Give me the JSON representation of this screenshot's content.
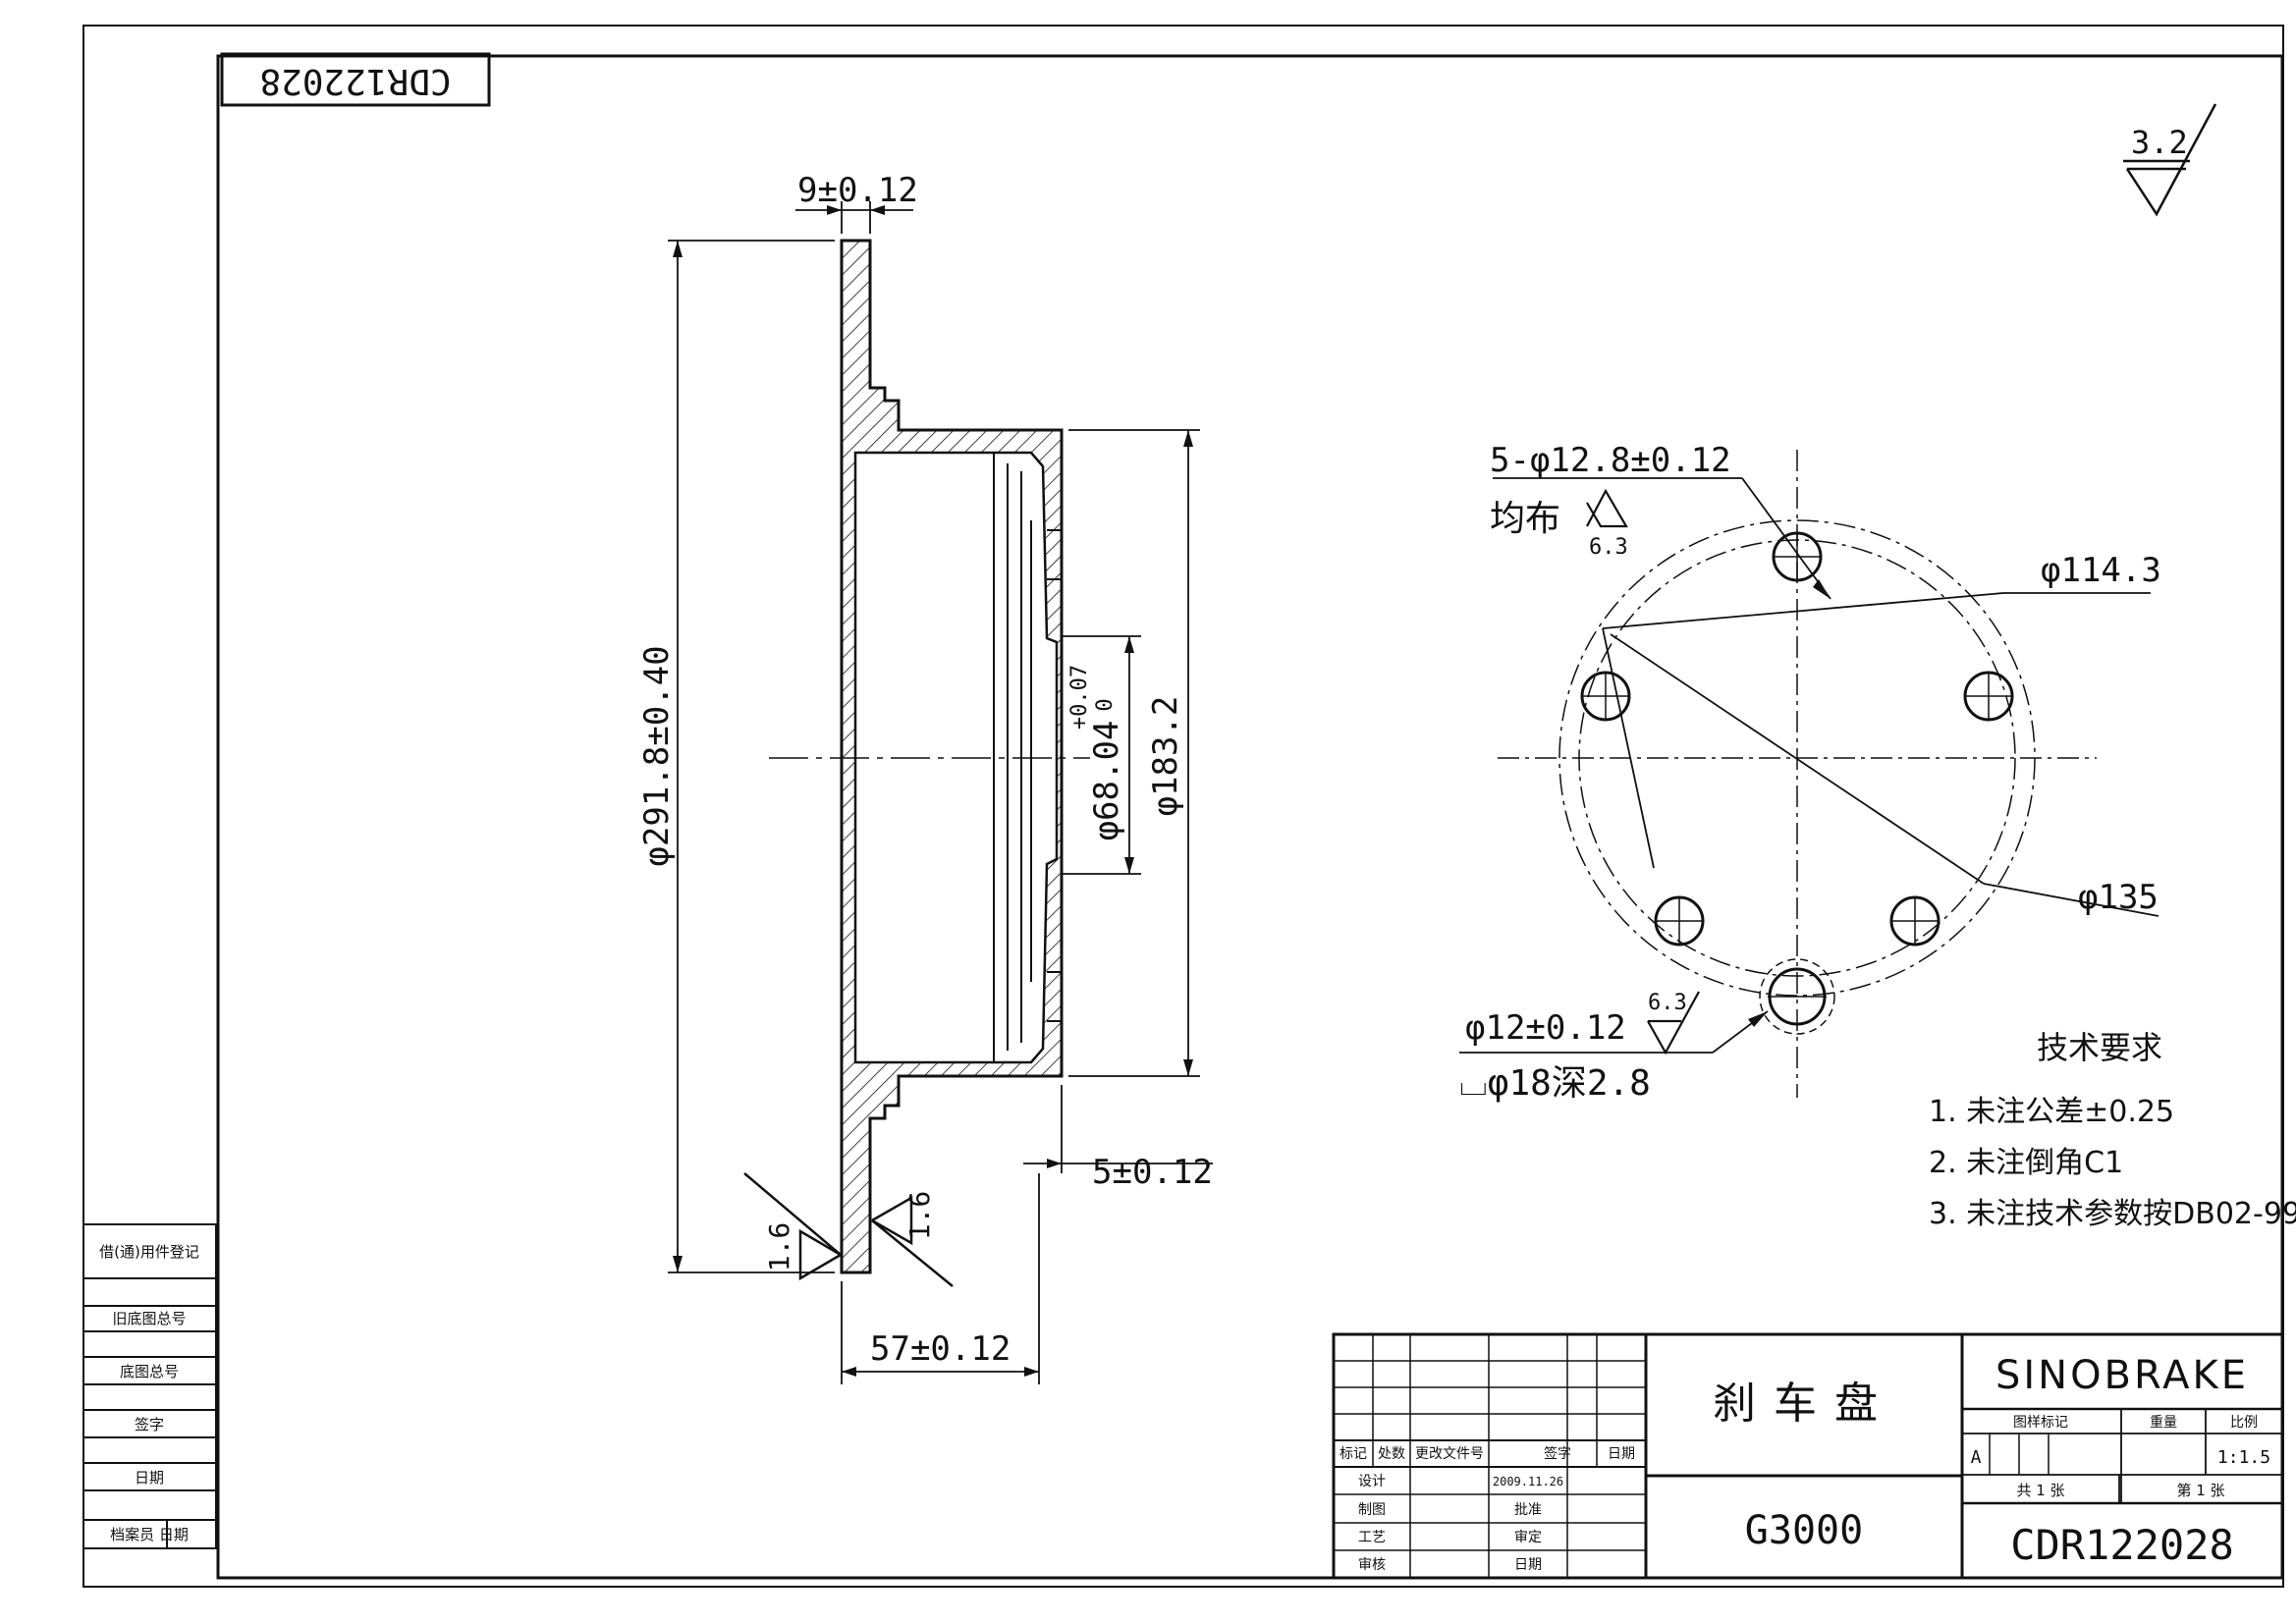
{
  "stamp": {
    "drawing_number_upside_down": "CDR122028"
  },
  "surface_finish": {
    "general": "3.2",
    "mounting_face_left": "1.6",
    "mounting_face_right": "1.6",
    "hole_spec": "6.3",
    "center_bore": "6.3"
  },
  "section_view": {
    "thickness": "9±0.12",
    "outer_diameter": "φ291.8±0.40",
    "hat_diameter": "φ183.2",
    "bore_diameter": "φ68.04",
    "bore_tol_upper": "+0.07",
    "bore_tol_lower": "0",
    "hat_thickness": "5±0.12",
    "total_height": "57±0.12"
  },
  "plan_view": {
    "bolt_holes": "5-φ12.8±0.12",
    "bolt_holes_note": "均布",
    "pcd": "φ114.3",
    "inner_circle": "φ135",
    "locator_hole": "φ12±0.12",
    "locator_counterbore": "⌴φ18深2.8"
  },
  "tech_requirements": {
    "title": "技术要求",
    "items": [
      "1. 未注公差±0.25",
      "2. 未注倒角C1",
      "3. 未注技术参数按DB02-99"
    ]
  },
  "left_strip": {
    "rows": [
      "借(通)用件登记",
      "旧底图总号",
      "底图总号",
      "签字",
      "日期",
      "档案员 日期"
    ]
  },
  "title_block": {
    "part_name": "刹车盘",
    "company": "SINOBRAKE",
    "model": "G3000",
    "drawing_number": "CDR122028",
    "rev_headers": [
      "标记",
      "处数",
      "更改文件号",
      "签字",
      "日期"
    ],
    "roles": [
      "设计",
      "制图",
      "工艺",
      "审核"
    ],
    "date": "2009.11.26",
    "approvals": [
      "批准",
      "审定",
      "日期"
    ],
    "mark_label": "图样标记",
    "weight_label": "重量",
    "scale_label": "比例",
    "mark_value": "A",
    "scale_value": "1:1.5",
    "sheets_total": "共 1 张",
    "sheet_num": "第 1 张"
  }
}
